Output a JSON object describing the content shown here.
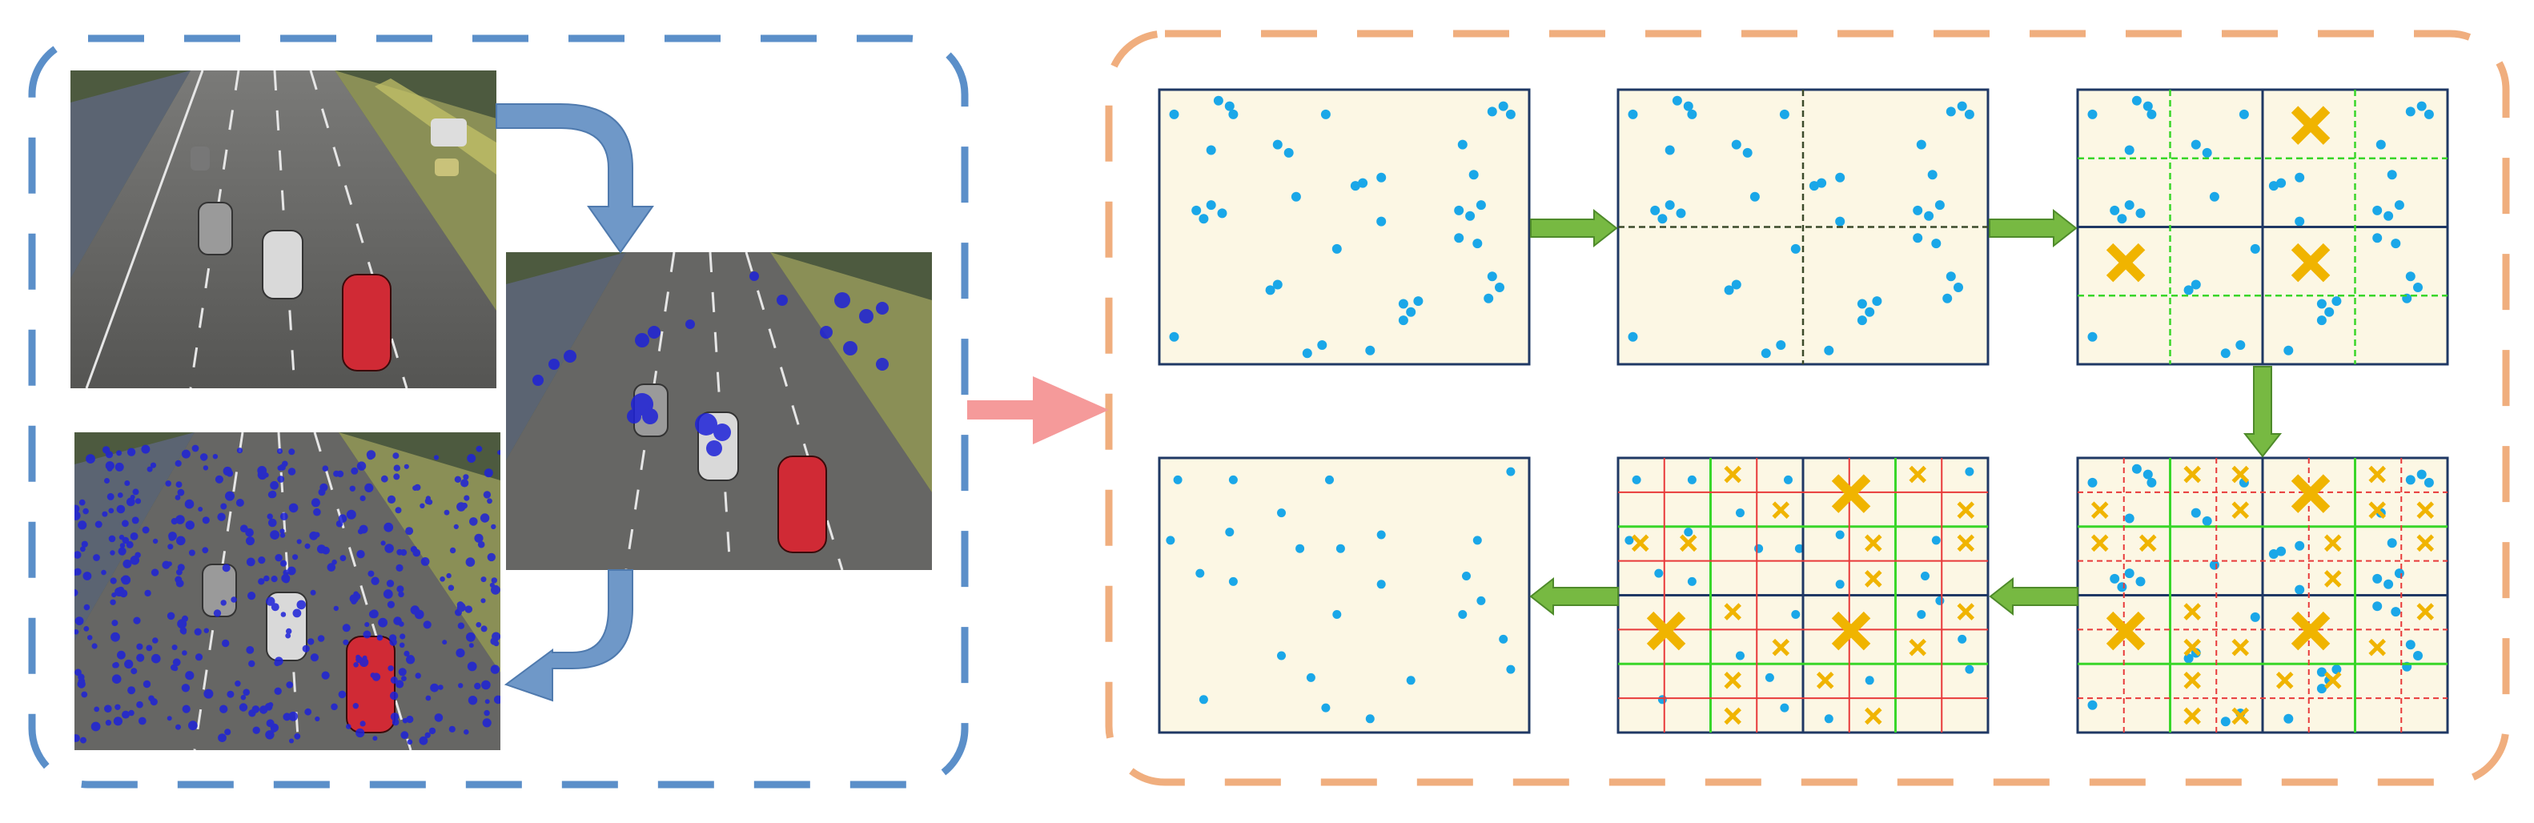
{
  "colors": {
    "left_frame": "#5b8fc9",
    "right_frame": "#f0ae7e",
    "panel_fill": "#fcf7e4",
    "panel_border": "#1f3864",
    "dot": "#1aa7e8",
    "cross": "#f0b400",
    "green_arrow": "#77b942",
    "red_arrow": "#f59a9a",
    "blue_arrow": "#6f98c8",
    "feature_dot": "#1e22d8",
    "green_line": "#39d629",
    "red_dash": "#e83a3a",
    "split_dash": "#3b4a2a"
  },
  "left_panel": {
    "photos": [
      "traffic-photo-original",
      "traffic-photo-sparse-features",
      "traffic-photo-dense-features"
    ],
    "arrows": [
      "curved-arrow-down-right",
      "curved-arrow-down-left"
    ]
  },
  "right_panel": {
    "steps": [
      "panel-initial-keypoints",
      "panel-first-quadtree-split",
      "panel-second-split",
      "panel-third-split",
      "panel-fine-grid",
      "panel-final-keypoints"
    ],
    "flow": [
      "right",
      "right",
      "down",
      "left",
      "left"
    ]
  }
}
